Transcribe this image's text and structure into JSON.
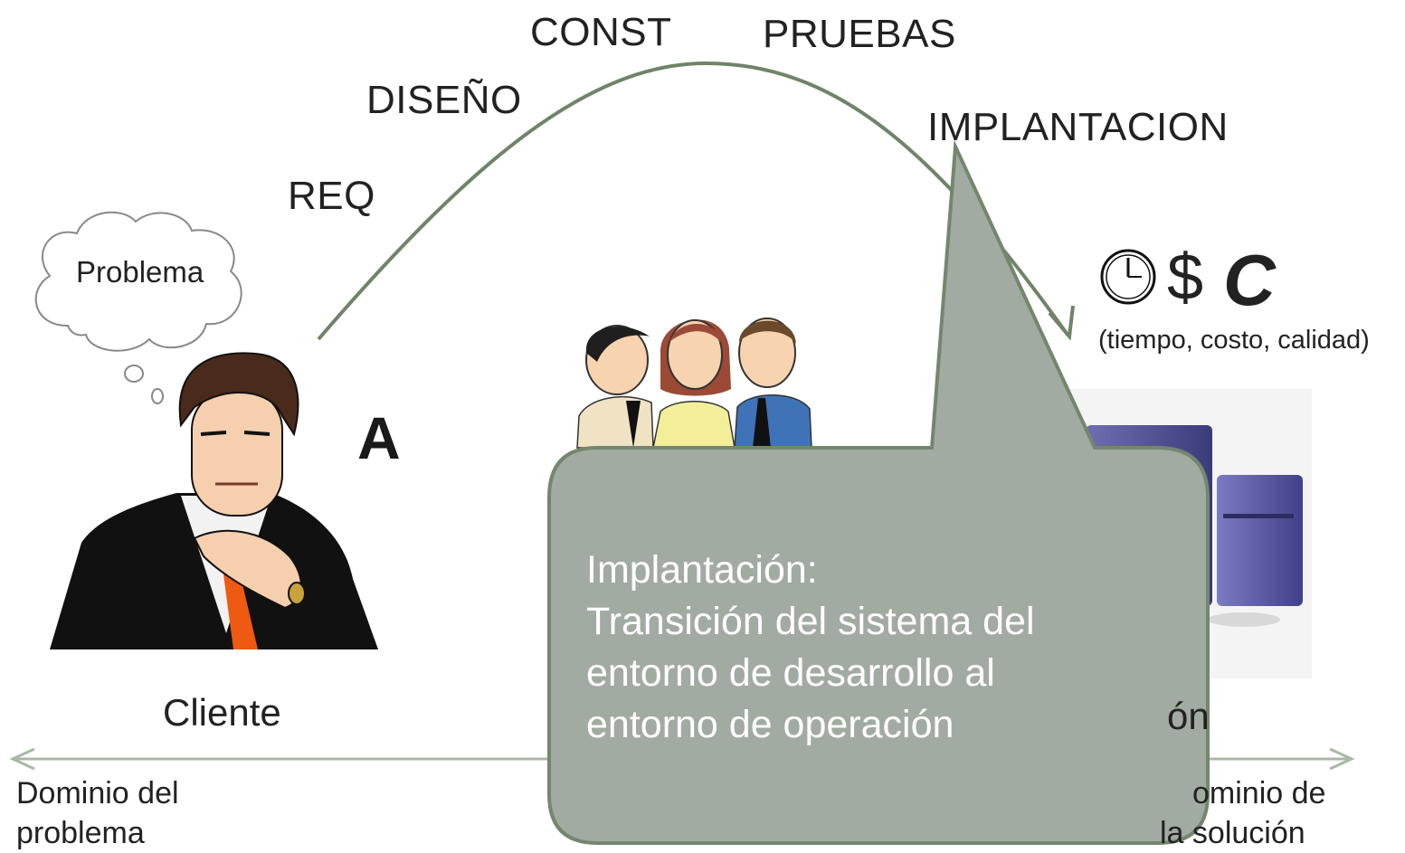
{
  "phases": {
    "req": "REQ",
    "diseno": "DISEÑO",
    "const": "CONST",
    "pruebas": "PRUEBAS",
    "implantacion": "IMPLANTACION"
  },
  "client": {
    "thought": "Problema",
    "letter": "A",
    "label": "Cliente"
  },
  "solution": {
    "label_tail": "ón",
    "dollar": "$",
    "quality": "C",
    "caption": "(tiempo, costo, calidad)"
  },
  "domains": {
    "problem_line1": "Dominio del",
    "problem_line2": "problema",
    "solution_line1": "ominio de",
    "solution_line2": "la solución"
  },
  "callout": {
    "line1": "Implantación:",
    "line2": "Transición del sistema del",
    "line3": "entorno de desarrollo al",
    "line4": "entorno de operación"
  },
  "colors": {
    "callout_fill": "#a2aba1",
    "callout_border": "#75866f",
    "arrow": "#a9b8a6",
    "curve": "#6f8468",
    "text": "#222222"
  },
  "icons": [
    "clock-icon",
    "thinking-man-illustration",
    "team-illustration",
    "computer-illustration"
  ]
}
